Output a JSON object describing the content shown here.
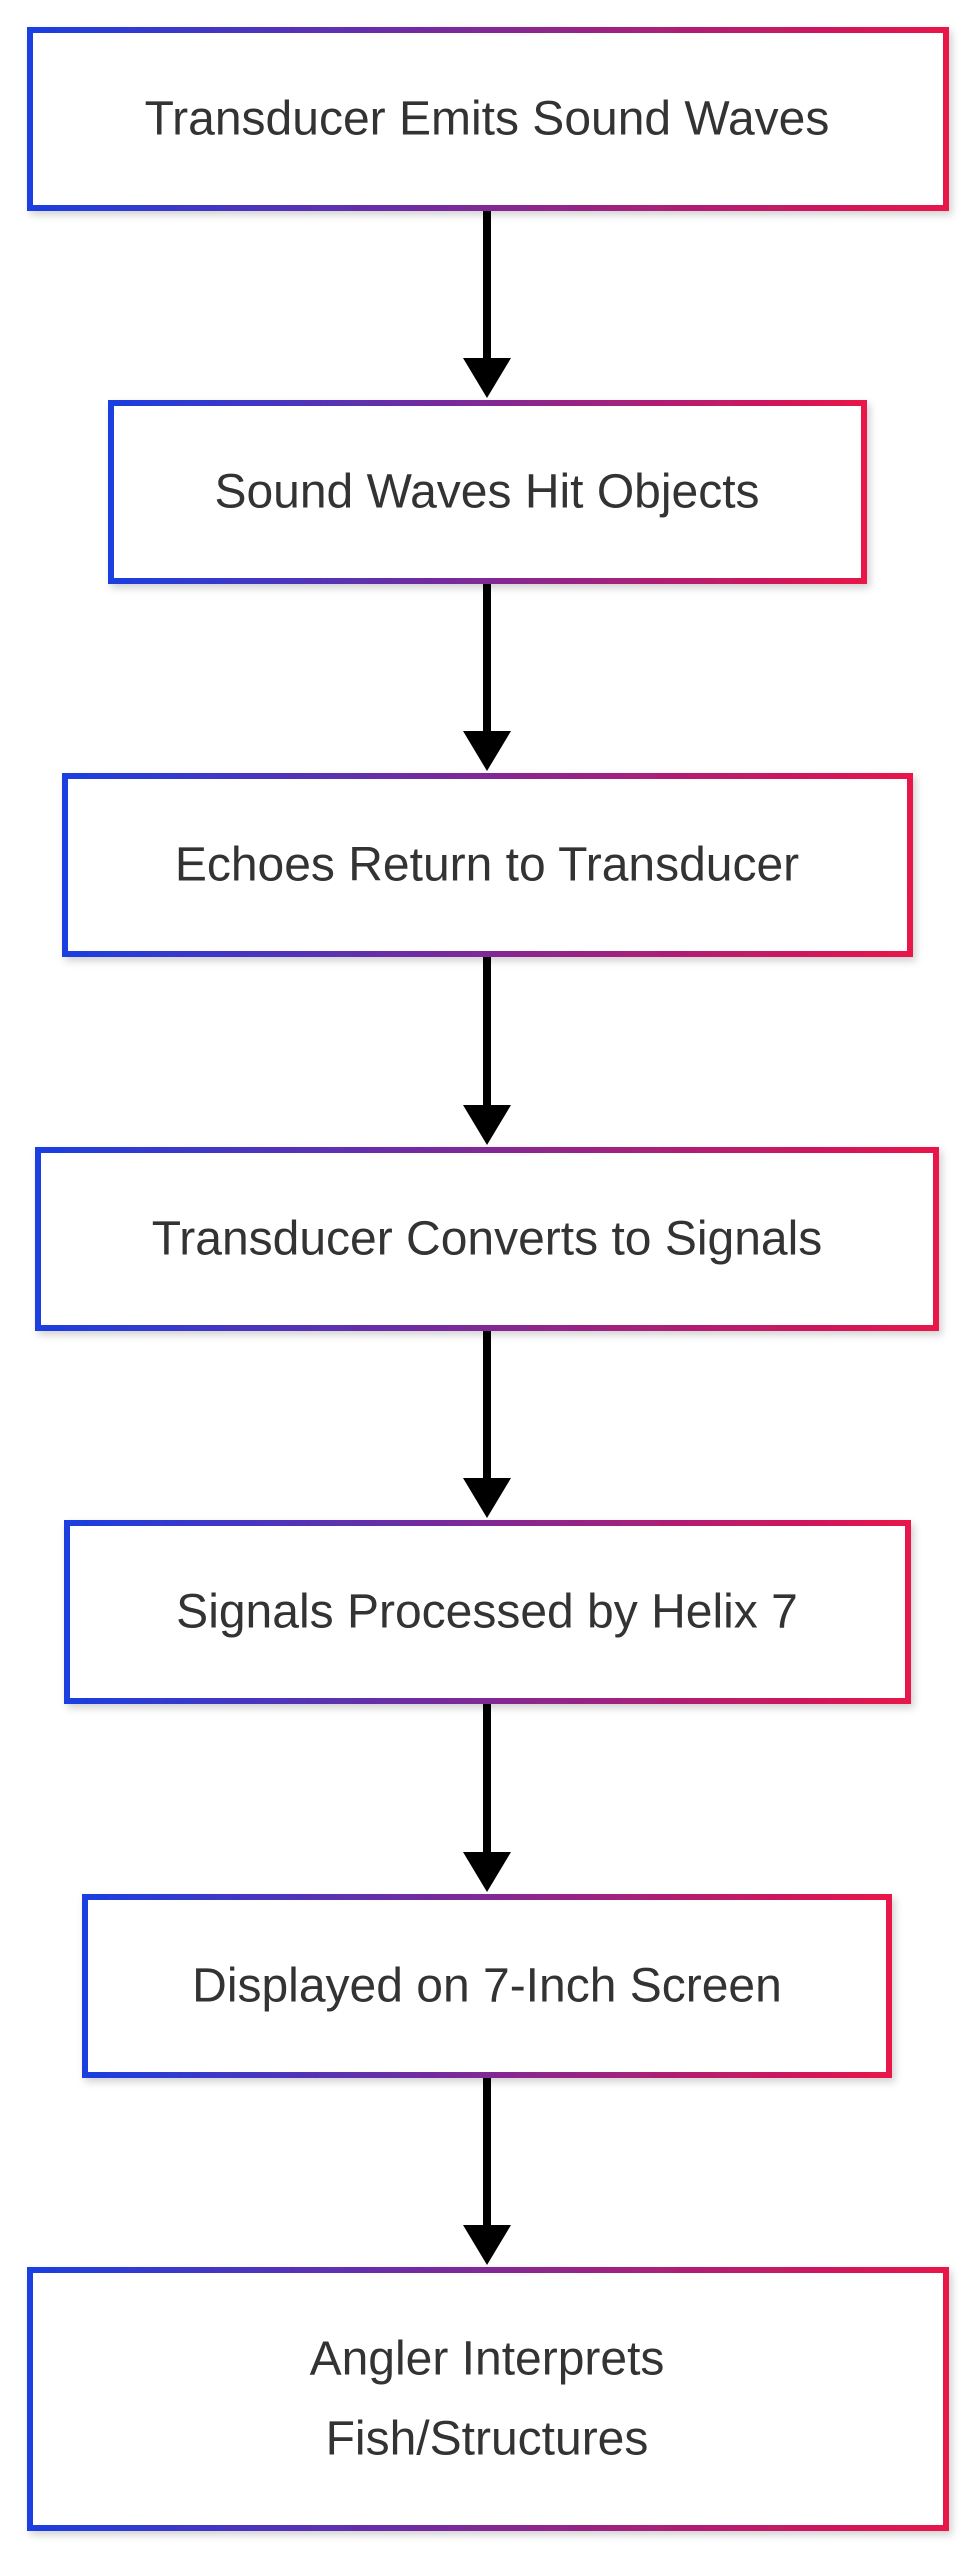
{
  "diagram": {
    "colors": {
      "gradient_start": "#1a3fe0",
      "gradient_end": "#e8124a",
      "text": "#333333",
      "arrow": "#000000",
      "background": "#ffffff"
    },
    "nodes": [
      {
        "id": "n1",
        "lines": [
          "Transducer Emits Sound Waves"
        ]
      },
      {
        "id": "n2",
        "lines": [
          "Sound Waves Hit Objects"
        ]
      },
      {
        "id": "n3",
        "lines": [
          "Echoes Return to Transducer"
        ]
      },
      {
        "id": "n4",
        "lines": [
          "Transducer Converts to Signals"
        ]
      },
      {
        "id": "n5",
        "lines": [
          "Signals Processed by Helix 7"
        ]
      },
      {
        "id": "n6",
        "lines": [
          "Displayed on 7-Inch Screen"
        ]
      },
      {
        "id": "n7",
        "lines": [
          "Angler Interprets",
          "Fish/Structures"
        ]
      }
    ],
    "edges": [
      {
        "from": "n1",
        "to": "n2"
      },
      {
        "from": "n2",
        "to": "n3"
      },
      {
        "from": "n3",
        "to": "n4"
      },
      {
        "from": "n4",
        "to": "n5"
      },
      {
        "from": "n5",
        "to": "n6"
      },
      {
        "from": "n6",
        "to": "n7"
      }
    ]
  }
}
